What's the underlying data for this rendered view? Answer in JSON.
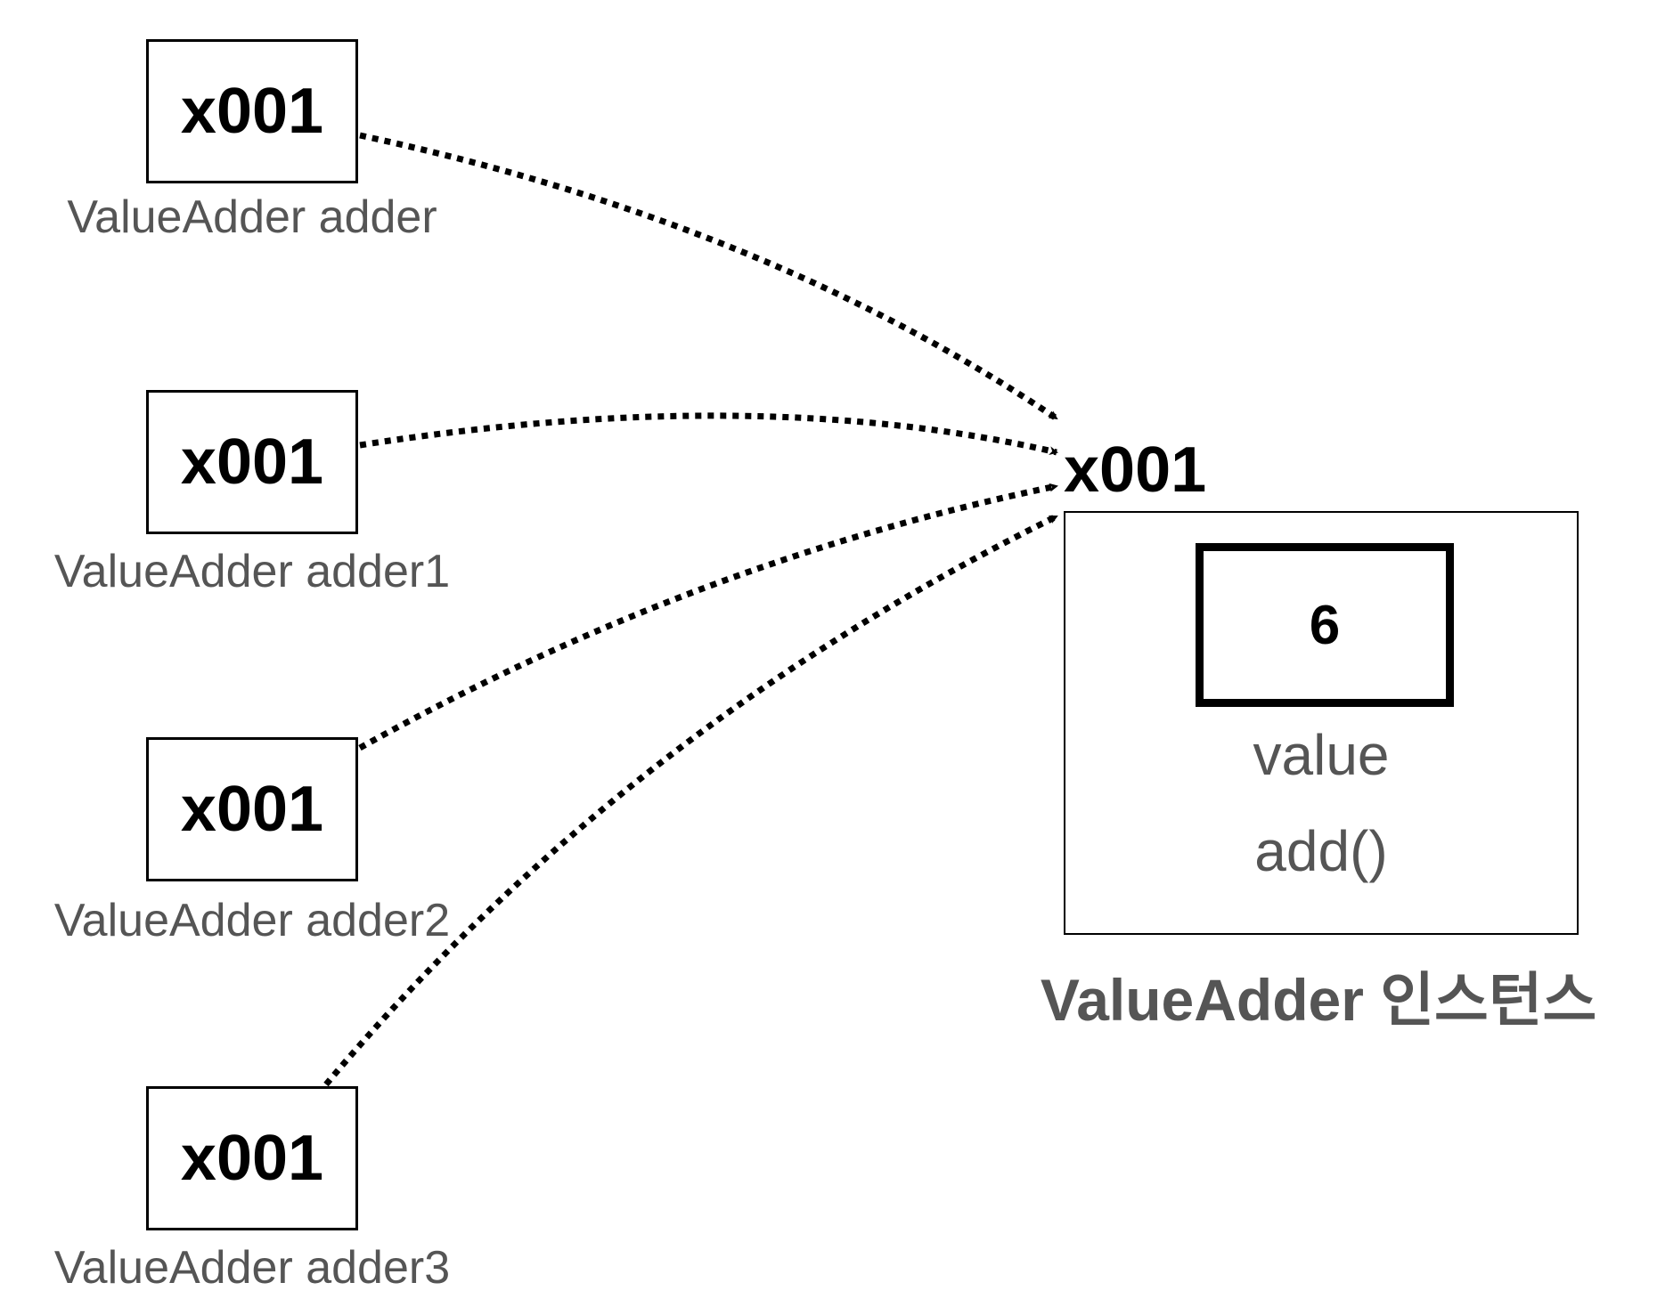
{
  "references": [
    {
      "address": "x001",
      "label": "ValueAdder adder"
    },
    {
      "address": "x001",
      "label": "ValueAdder adder1"
    },
    {
      "address": "x001",
      "label": "ValueAdder adder2"
    },
    {
      "address": "x001",
      "label": "ValueAdder adder3"
    }
  ],
  "instance": {
    "address": "x001",
    "field_value": "6",
    "field_name": "value",
    "method": "add()",
    "caption": "ValueAdder 인스턴스"
  }
}
